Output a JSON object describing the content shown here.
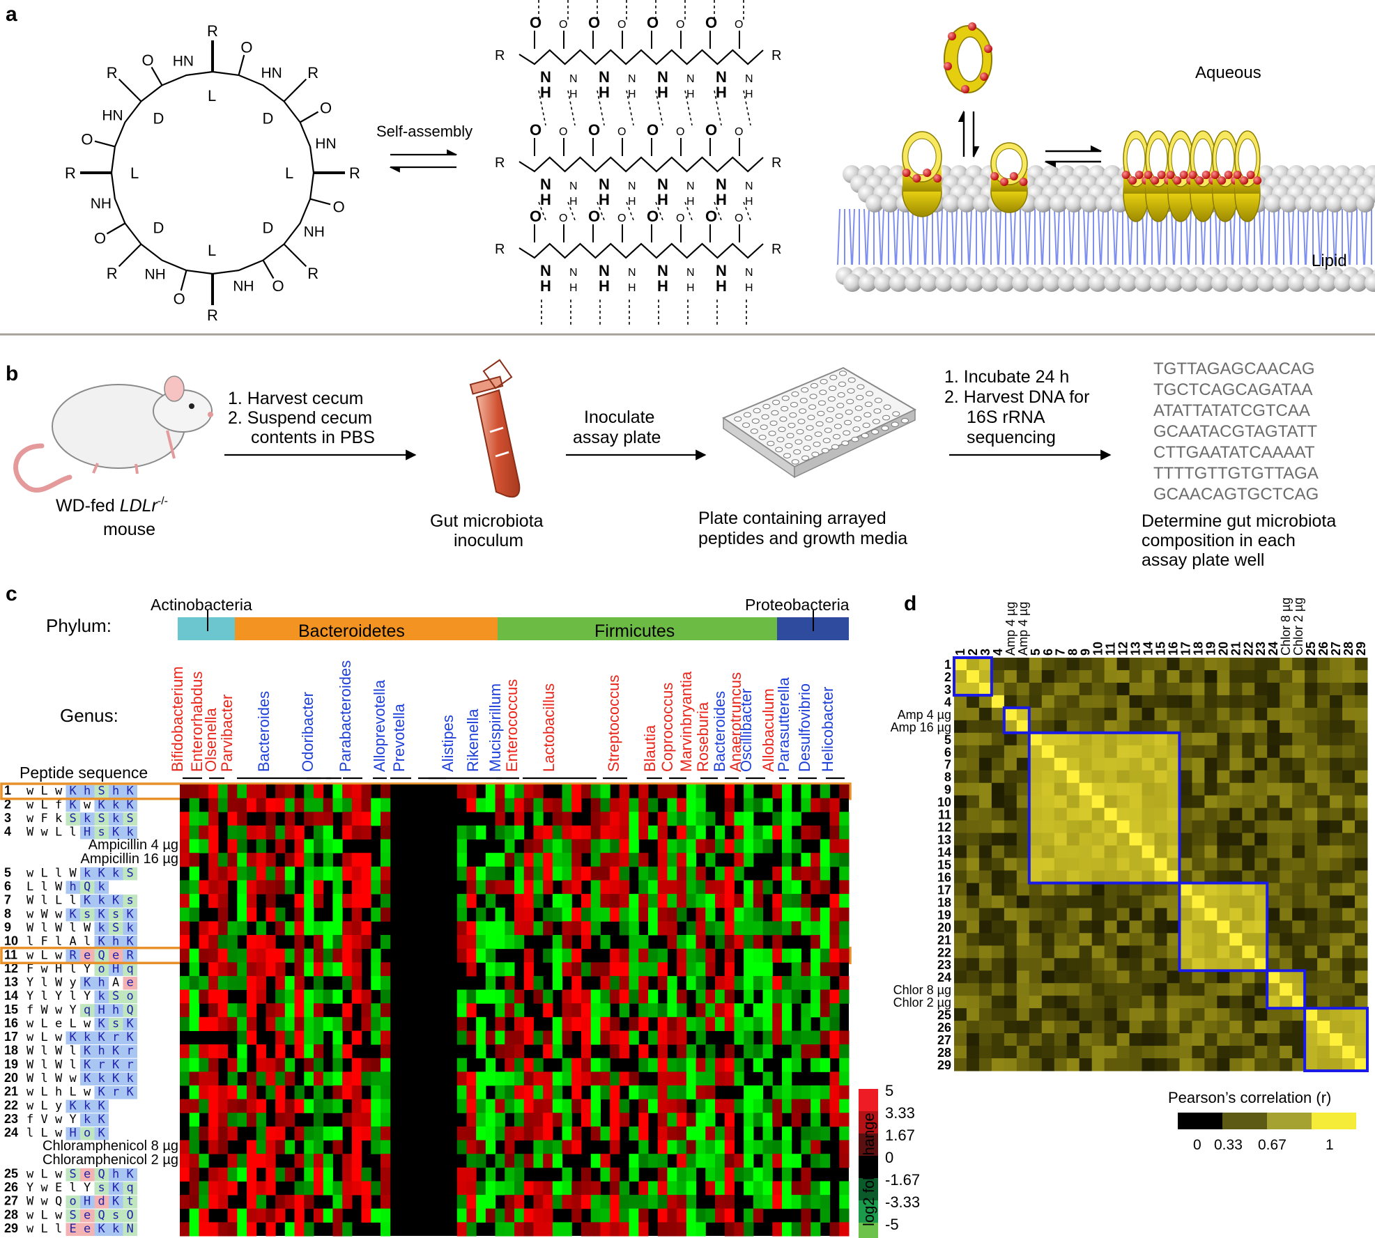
{
  "panel_a": {
    "label": "a",
    "arrow_label": "Self-assembly",
    "aqueous": "Aqueous",
    "lipid": "Lipid",
    "ring_labels": {
      "R": "R",
      "L": "L",
      "D": "D",
      "HN": "HN",
      "NH": "NH",
      "H": "H",
      "N": "N",
      "O": "O"
    }
  },
  "panel_b": {
    "label": "b",
    "mouse_caption_1": "WD-fed ",
    "mouse_caption_gene": "LDLr",
    "mouse_caption_sup": "-/-",
    "mouse_caption_2": "mouse",
    "step1_l1": "1. Harvest cecum",
    "step1_l2": "2. Suspend cecum",
    "step1_l3": "contents in PBS",
    "tube_caption_l1": "Gut microbiota",
    "tube_caption_l2": "inoculum",
    "step2_l1": "Inoculate",
    "step2_l2": "assay plate",
    "plate_caption_l1": "Plate containing arrayed",
    "plate_caption_l2": "peptides and growth media",
    "step3_l1": "1. Incubate 24 h",
    "step3_l2": "2. Harvest DNA for",
    "step3_l3": "16S rRNA",
    "step3_l4": "sequencing",
    "dna_lines": [
      "TGTTAGAGCAACAG",
      "TGCTCAGCAGATAA",
      "ATATTATATCGTCAA",
      "GCAATACGTAGTATT",
      "CTTGAATATCAAAAT",
      "TTTTGTTGTGTTAGA",
      "GCAACAGTGCTCAG"
    ],
    "final_l1": "Determine gut microbiota",
    "final_l2": "composition in each",
    "final_l3": "assay plate well"
  },
  "panel_c": {
    "label": "c",
    "phylum_label": "Phylum:",
    "genus_label": "Genus:",
    "peptide_header": "Peptide sequence",
    "phyla": [
      {
        "name": "Actinobacteria",
        "color": "#6cc6d0"
      },
      {
        "name": "Bacteroidetes",
        "color": "#f39322"
      },
      {
        "name": "Firmicutes",
        "color": "#6cbb45"
      },
      {
        "name": "Proteobacteria",
        "color": "#2e4b9e"
      }
    ],
    "genera": [
      {
        "name": "Bifidobacterium",
        "color": "#e8261b"
      },
      {
        "name": "Enterorhabdus",
        "color": "#e8261b"
      },
      {
        "name": "Olsenella",
        "color": "#e8261b"
      },
      {
        "name": "Parvibacter",
        "color": "#e8261b"
      },
      {
        "name": "Bacteroides",
        "color": "#1e3fd8"
      },
      {
        "name": "Odoribacter",
        "color": "#1e3fd8"
      },
      {
        "name": "Parabacteroides",
        "color": "#1e3fd8"
      },
      {
        "name": "Alloprevotella",
        "color": "#1e3fd8"
      },
      {
        "name": "Prevotella",
        "color": "#1e3fd8"
      },
      {
        "name": "Alistipes",
        "color": "#1e3fd8"
      },
      {
        "name": "Rikenella",
        "color": "#1e3fd8"
      },
      {
        "name": "Mucispirillum",
        "color": "#1e3fd8"
      },
      {
        "name": "Enterococcus",
        "color": "#e8261b"
      },
      {
        "name": "Lactobacillus",
        "color": "#e8261b"
      },
      {
        "name": "Streptococcus",
        "color": "#e8261b"
      },
      {
        "name": "Blautia",
        "color": "#e8261b"
      },
      {
        "name": "Coprococcus",
        "color": "#e8261b"
      },
      {
        "name": "Marvinbryantia",
        "color": "#e8261b"
      },
      {
        "name": "Roseburia",
        "color": "#e8261b"
      },
      {
        "name": "Bacteroides",
        "color": "#1e3fd8"
      },
      {
        "name": "Anaerotruncus",
        "color": "#e8261b"
      },
      {
        "name": "Oscillibacter",
        "color": "#1e3fd8"
      },
      {
        "name": "Allobaculum",
        "color": "#e8261b"
      },
      {
        "name": "Parasutterella",
        "color": "#1e3fd8"
      },
      {
        "name": "Desulfovibrio",
        "color": "#1e3fd8"
      },
      {
        "name": "Helicobacter",
        "color": "#1e3fd8"
      }
    ],
    "rows": [
      {
        "num": "1",
        "seq": "wLwKhShK"
      },
      {
        "num": "2",
        "seq": "wLfKwKkK"
      },
      {
        "num": "3",
        "seq": "wFkSkSkS"
      },
      {
        "num": "4",
        "seq": "WwLlHsKk"
      },
      {
        "num": "",
        "seq": "Ampicillin 4 µg"
      },
      {
        "num": "",
        "seq": "Ampicillin 16 µg"
      },
      {
        "num": "5",
        "seq": "wLlWkKkS"
      },
      {
        "num": "6",
        "seq": "LlWhQk"
      },
      {
        "num": "7",
        "seq": "WlLlKkKs"
      },
      {
        "num": "8",
        "seq": "wWwKsKsK"
      },
      {
        "num": "9",
        "seq": "WlWlWkSk"
      },
      {
        "num": "10",
        "seq": "lFlAlKhK"
      },
      {
        "num": "11",
        "seq": "wLwReQeR"
      },
      {
        "num": "12",
        "seq": "FwHlYoHq"
      },
      {
        "num": "13",
        "seq": "YlWyKhAe"
      },
      {
        "num": "14",
        "seq": "YlYlYkSo"
      },
      {
        "num": "15",
        "seq": "fWwYqHhQ"
      },
      {
        "num": "16",
        "seq": "wLeLwKsK"
      },
      {
        "num": "17",
        "seq": "wLwKkKrK"
      },
      {
        "num": "18",
        "seq": "WlWlKhKr"
      },
      {
        "num": "19",
        "seq": "WlWlKrKr"
      },
      {
        "num": "20",
        "seq": "WlWwKkKk"
      },
      {
        "num": "21",
        "seq": "wLhLwKrK"
      },
      {
        "num": "22",
        "seq": "wLyKkK"
      },
      {
        "num": "23",
        "seq": "fVwYkK"
      },
      {
        "num": "24",
        "seq": "lLwHoK"
      },
      {
        "num": "",
        "seq": "Chloramphenicol 8 µg"
      },
      {
        "num": "",
        "seq": "Chloramphenicol 2 µg"
      },
      {
        "num": "25",
        "seq": "wLwSeQhK"
      },
      {
        "num": "26",
        "seq": "YwElYsKq"
      },
      {
        "num": "27",
        "seq": "WwQoHdKt"
      },
      {
        "num": "28",
        "seq": "wLwSeQsO"
      },
      {
        "num": "29",
        "seq": "wLlEeKkN"
      }
    ],
    "colorbar_title": "log2 fold-change",
    "colorbar_ticks": [
      "5",
      "3.33",
      "1.67",
      "0",
      "-1.67",
      "-3.33",
      "-5"
    ]
  },
  "panel_d": {
    "label": "d",
    "labels": [
      "1",
      "2",
      "3",
      "4",
      "Amp 4 µg",
      "Amp 16 µg",
      "5",
      "6",
      "7",
      "8",
      "9",
      "10",
      "11",
      "12",
      "13",
      "14",
      "15",
      "16",
      "17",
      "18",
      "19",
      "20",
      "21",
      "22",
      "23",
      "24",
      "Chlor 8 µg",
      "Chlor 2 µg",
      "25",
      "26",
      "27",
      "28",
      "29"
    ],
    "top_labels": [
      "1",
      "2",
      "3",
      "4",
      "Amp 4 µg",
      "Amp 4 µg",
      "5",
      "6",
      "7",
      "8",
      "9",
      "10",
      "11",
      "12",
      "13",
      "14",
      "15",
      "16",
      "17",
      "18",
      "19",
      "20",
      "21",
      "22",
      "23",
      "24",
      "Chlor 8 µg",
      "Chlor 2 µg",
      "25",
      "26",
      "27",
      "28",
      "29"
    ],
    "cluster_color": "#1a1ae6",
    "colorbar_title": "Pearson’s correlation (r)",
    "colorbar_ticks": [
      "0",
      "0.33",
      "0.67",
      "1"
    ]
  }
}
